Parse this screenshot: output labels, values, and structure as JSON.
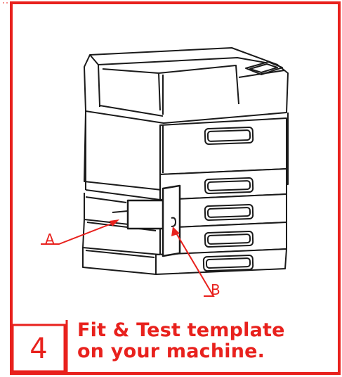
{
  "step": {
    "number": "4"
  },
  "caption": {
    "line1": "Fit & Test template",
    "line2": "on your machine."
  },
  "callouts": {
    "a": "A",
    "b": "B"
  },
  "colors": {
    "accent": "#e8211d",
    "line": "#1a1a1a",
    "background": "#ffffff"
  }
}
